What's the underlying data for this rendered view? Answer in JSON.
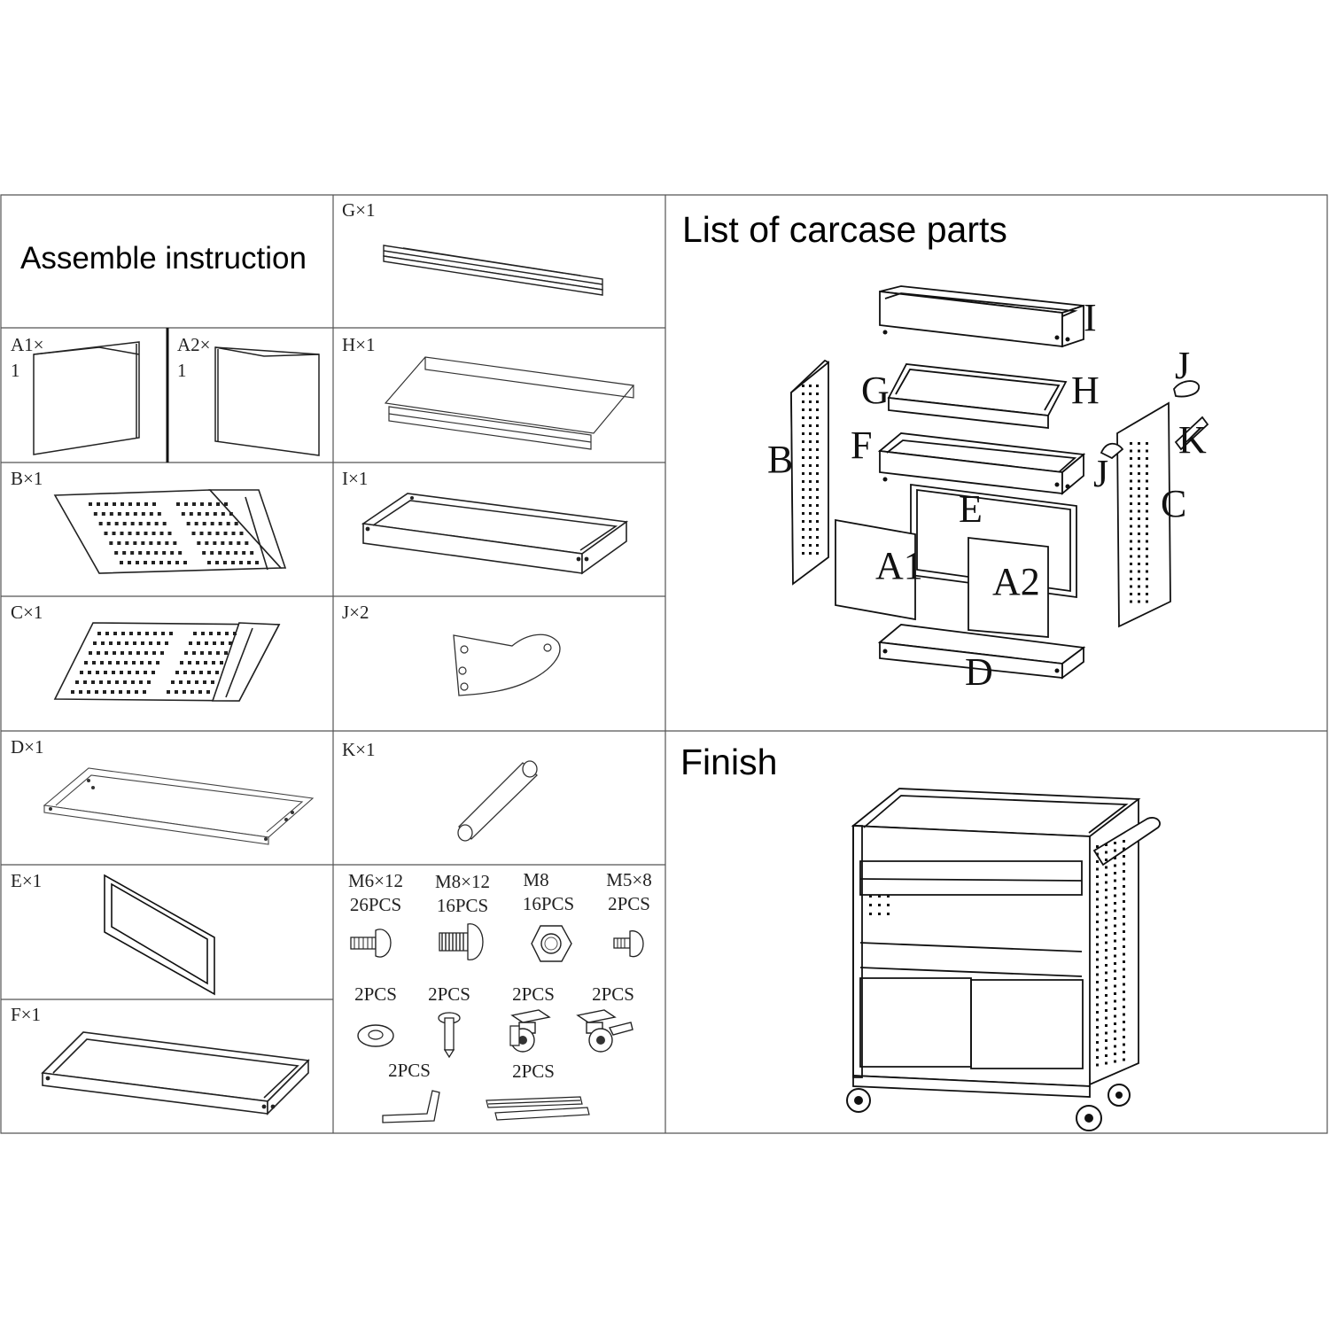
{
  "header": {
    "title": "Assemble instruction"
  },
  "parts": {
    "a1": {
      "label_top": "A1×",
      "label_bottom": "1"
    },
    "a2": {
      "label_top": "A2×",
      "label_bottom": "1"
    },
    "b": "B×1",
    "c": "C×1",
    "d": "D×1",
    "e": "E×1",
    "f": "F×1",
    "g": "G×1",
    "h": "H×1",
    "i": "I×1",
    "j": "J×2",
    "k": "K×1"
  },
  "hardware": {
    "row1": [
      {
        "name": "M6×12",
        "qty": "26PCS",
        "icon": "bolt-m6-icon"
      },
      {
        "name": "M8×12",
        "qty": "16PCS",
        "icon": "bolt-m8-icon"
      },
      {
        "name": "M8",
        "qty": "16PCS",
        "icon": "hex-nut-icon"
      },
      {
        "name": "M5×8",
        "qty": "2PCS",
        "icon": "bolt-m5-icon"
      }
    ],
    "row2": [
      {
        "qty": "2PCS",
        "icon": "washer-icon"
      },
      {
        "qty": "2PCS",
        "icon": "pin-icon"
      },
      {
        "qty": "2PCS",
        "icon": "caster-icon"
      },
      {
        "qty": "2PCS",
        "icon": "brake-caster-icon"
      }
    ],
    "row3": [
      {
        "qty": "2PCS",
        "icon": "hex-key-icon"
      },
      {
        "qty": "2PCS",
        "icon": "drawer-slide-icon"
      }
    ]
  },
  "carcase": {
    "title": "List of carcase parts",
    "callouts": [
      "I",
      "G",
      "H",
      "J",
      "B",
      "F",
      "K",
      "J",
      "E",
      "C",
      "A1",
      "A2",
      "D"
    ]
  },
  "finish": {
    "title": "Finish"
  }
}
